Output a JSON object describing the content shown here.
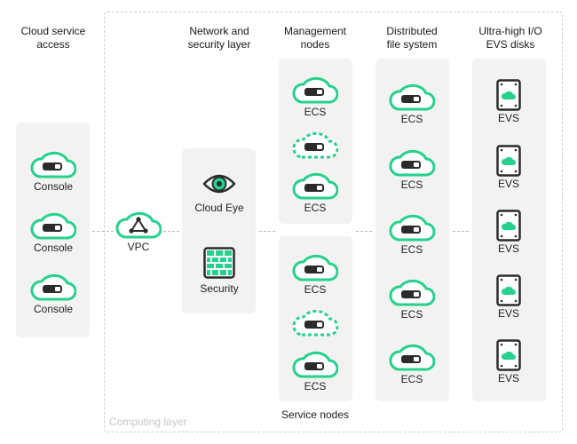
{
  "headings": {
    "cloud_access": [
      "Cloud service",
      "access"
    ],
    "network": [
      "Network and",
      "security layer"
    ],
    "management": [
      "Management",
      "nodes"
    ],
    "dfs": [
      "Distributed",
      "file system"
    ],
    "evs": [
      "Ultra-high I/O",
      "EVS disks"
    ]
  },
  "computing_layer_label": "Computing layer",
  "service_nodes_label": "Service nodes",
  "console_nodes": [
    {
      "label": "Console"
    },
    {
      "label": "Console"
    },
    {
      "label": "Console"
    }
  ],
  "vpc": {
    "label": "VPC"
  },
  "network_nodes": [
    {
      "label": "Cloud Eye",
      "icon": "eye-icon"
    },
    {
      "label": "Security",
      "icon": "firewall-icon"
    }
  ],
  "management_nodes": [
    {
      "label": "ECS",
      "style": "solid"
    },
    {
      "label": "",
      "style": "dashed"
    },
    {
      "label": "ECS",
      "style": "solid"
    }
  ],
  "service_nodes": [
    {
      "label": "ECS",
      "style": "solid"
    },
    {
      "label": "",
      "style": "dashed"
    },
    {
      "label": "ECS",
      "style": "solid"
    }
  ],
  "dfs_nodes": [
    {
      "label": "ECS"
    },
    {
      "label": "ECS"
    },
    {
      "label": "ECS"
    },
    {
      "label": "ECS"
    },
    {
      "label": "ECS"
    }
  ],
  "evs_disks": [
    {
      "label": "EVS"
    },
    {
      "label": "EVS"
    },
    {
      "label": "EVS"
    },
    {
      "label": "EVS"
    },
    {
      "label": "EVS"
    }
  ],
  "colors": {
    "accent": "#25d18c",
    "dark": "#2b2b2b",
    "panel": "#f2f2f2",
    "connector": "#b9b9b9"
  }
}
